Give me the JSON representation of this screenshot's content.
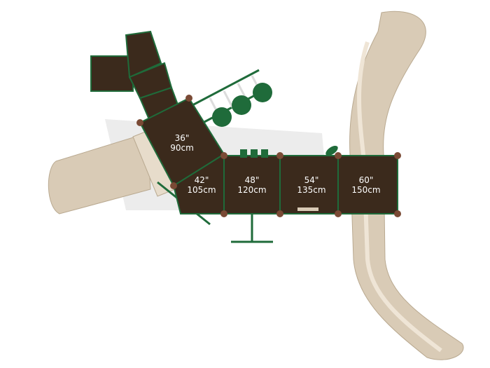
{
  "colors": {
    "deck": "#3b2a1c",
    "slide": "#d9cbb6",
    "frame": "#1f6b3a",
    "shadow": "#e2e2e2"
  },
  "decks": [
    {
      "imperial": "36\"",
      "metric": "90cm"
    },
    {
      "imperial": "42\"",
      "metric": "105cm"
    },
    {
      "imperial": "48\"",
      "metric": "120cm"
    },
    {
      "imperial": "54\"",
      "metric": "135cm"
    },
    {
      "imperial": "60\"",
      "metric": "150cm"
    }
  ]
}
